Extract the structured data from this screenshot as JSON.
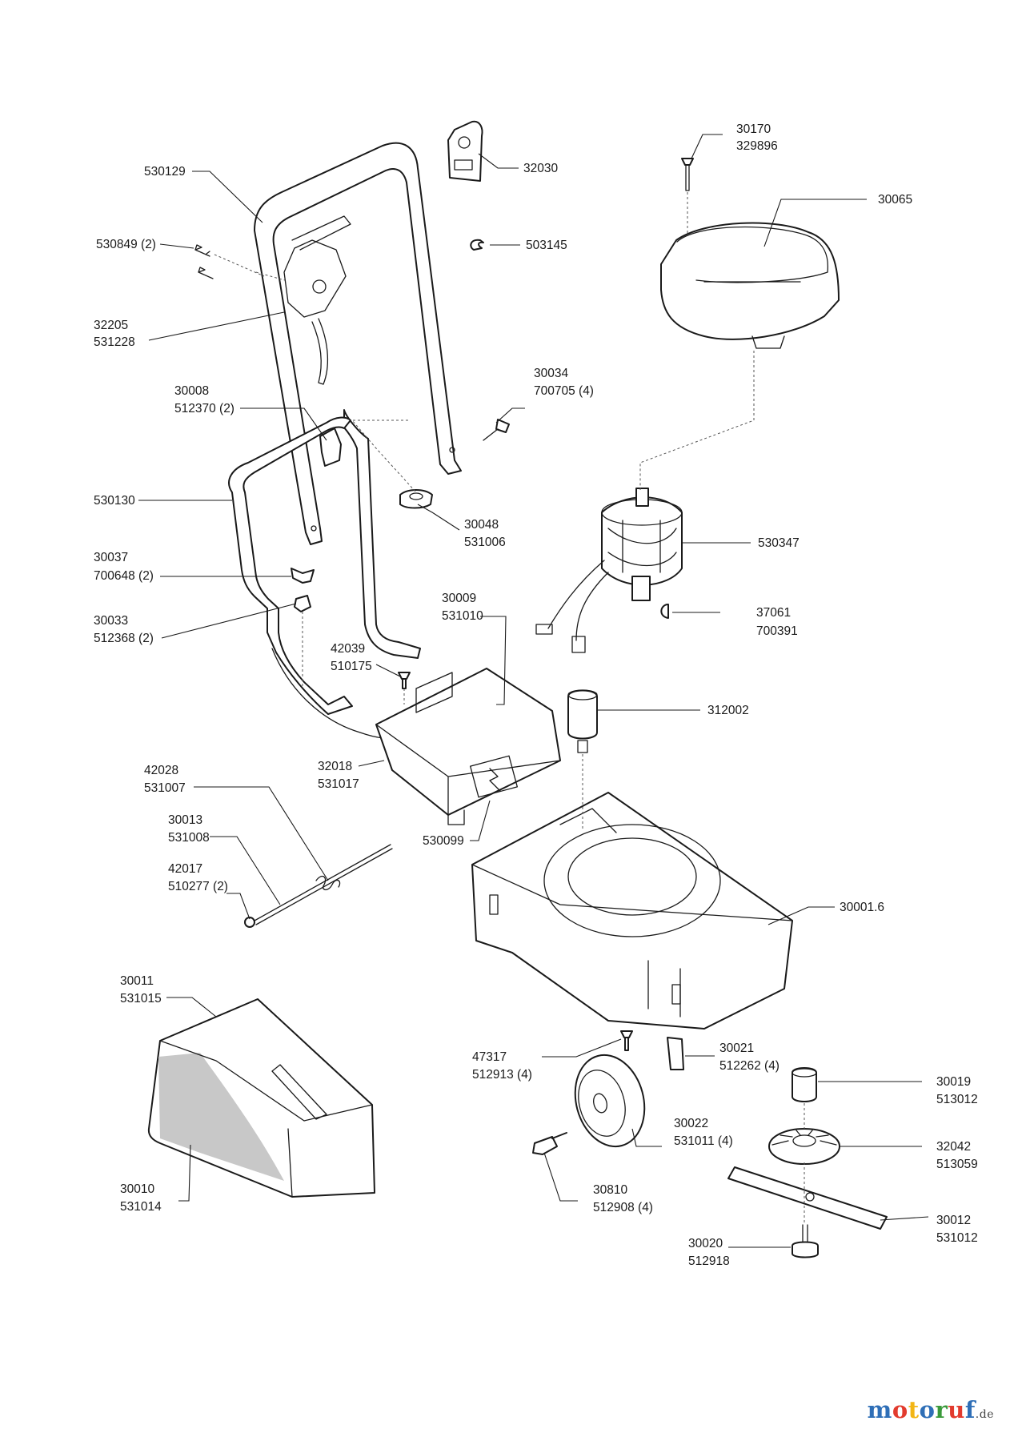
{
  "labels": {
    "l530129": "530129",
    "l32030": "32030",
    "l30170": "30170",
    "l329896": "329896",
    "l30065": "30065",
    "l530849": "530849 (2)",
    "l503145": "503145",
    "l32205": "32205",
    "l531228": "531228",
    "l30034": "30034",
    "l700705": "700705 (4)",
    "l30008": "30008",
    "l512370": "512370 (2)",
    "l530130": "530130",
    "l30048": "30048",
    "l531006": "531006",
    "l530347": "530347",
    "l30037": "30037",
    "l700648": "700648 (2)",
    "l30009": "30009",
    "l531010": "531010",
    "l37061": "37061",
    "l700391": "700391",
    "l30033": "30033",
    "l512368": "512368 (2)",
    "l42039": "42039",
    "l510175": "510175",
    "l312002": "312002",
    "l32018": "32018",
    "l531017": "531017",
    "l42028": "42028",
    "l531007": "531007",
    "l30013": "30013",
    "l531008": "531008",
    "l530099": "530099",
    "l42017": "42017",
    "l510277": "510277 (2)",
    "l30001": "30001.6",
    "l30011": "30011",
    "l531015": "531015",
    "l47317": "47317",
    "l512913": "512913 (4)",
    "l30021": "30021",
    "l512262": "512262 (4)",
    "l30019": "30019",
    "l513012": "513012",
    "l30022": "30022",
    "l531011": "531011 (4)",
    "l32042": "32042",
    "l513059": "513059",
    "l30010": "30010",
    "l531014": "531014",
    "l30810": "30810",
    "l512908": "512908 (4)",
    "l30012": "30012",
    "l531012": "531012",
    "l30020": "30020",
    "l512918": "512918"
  },
  "watermark": {
    "letters": [
      "m",
      "o",
      "t",
      "o",
      "r",
      "u",
      "f"
    ],
    "colors": [
      "#2f6fb7",
      "#e23b2e",
      "#f2b515",
      "#2f6fb7",
      "#3a9a3a",
      "#e23b2e",
      "#2f6fb7"
    ],
    "tld": ".de"
  }
}
